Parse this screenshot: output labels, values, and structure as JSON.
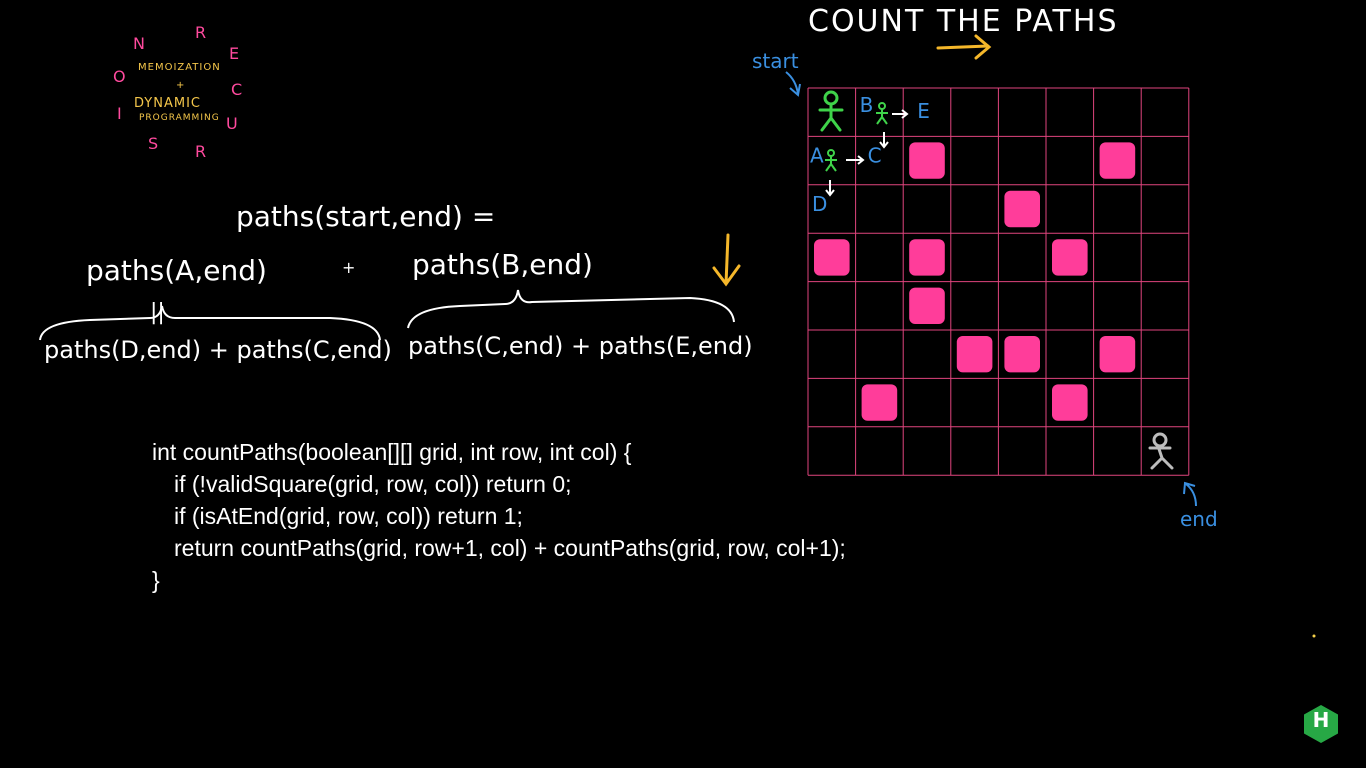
{
  "title": "COUNT THE PATHS",
  "logo": {
    "ring_letters": [
      "N",
      "R",
      "E",
      "C",
      "U",
      "R",
      "S",
      "I",
      "O"
    ],
    "line1": "MEMOIZATION",
    "plus": "+",
    "line2": "DYNAMIC",
    "line3": "PROGRAMMING"
  },
  "equations": {
    "top": "paths(start,end) =",
    "left": "paths(A,end)",
    "plus": "+",
    "right": "paths(B,end)",
    "equals": "||",
    "left_expand": "paths(D,end) + paths(C,end)",
    "right_expand": "paths(C,end) + paths(E,end)"
  },
  "code": {
    "line1": "int countPaths(boolean[][] grid, int row, int col) {",
    "line2": "if (!validSquare(grid, row, col)) return 0;",
    "line3": "if (isAtEnd(grid, row, col)) return 1;",
    "line4": "return countPaths(grid, row+1, col) + countPaths(grid, row, col+1);",
    "line5": "}"
  },
  "grid": {
    "rows": 8,
    "cols": 8,
    "blocked": [
      [
        1,
        2
      ],
      [
        1,
        6
      ],
      [
        2,
        4
      ],
      [
        3,
        0
      ],
      [
        3,
        2
      ],
      [
        3,
        5
      ],
      [
        4,
        2
      ],
      [
        5,
        3
      ],
      [
        5,
        4
      ],
      [
        5,
        6
      ],
      [
        6,
        1
      ],
      [
        6,
        5
      ]
    ],
    "labels": [
      {
        "text": "A",
        "row": 1,
        "col": 0
      },
      {
        "text": "B",
        "row": 0,
        "col": 1
      },
      {
        "text": "C",
        "row": 1,
        "col": 1
      },
      {
        "text": "D",
        "row": 2,
        "col": 0
      },
      {
        "text": "E",
        "row": 0,
        "col": 2
      }
    ],
    "start_label": "start",
    "end_label": "end"
  },
  "colors": {
    "grid_line": "#e0457e",
    "blocked": "#ff3d9a",
    "accent_orange": "#f5b72a",
    "label_blue": "#3a8fe0",
    "start_figure": "#3fd34a",
    "end_figure": "#bdbdbd",
    "logo_badge": "#27a845"
  },
  "badge": {
    "letter": "H",
    "icon": "hexagon-logo-icon"
  }
}
